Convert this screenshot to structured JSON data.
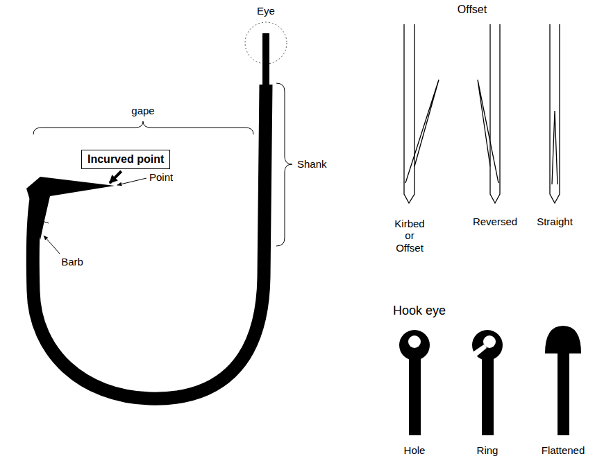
{
  "diagram": {
    "nodes": [
      {
        "text": [
          "Incurved point"
        ]
      }
    ],
    "labels": [
      "Eye",
      "Offset",
      "gape",
      "Point",
      "Shank",
      "Barb",
      "Kirbed or Offset",
      "Reversed",
      "Straight",
      "Hook eye",
      "Hole",
      "Ring",
      "Flattened"
    ]
  }
}
